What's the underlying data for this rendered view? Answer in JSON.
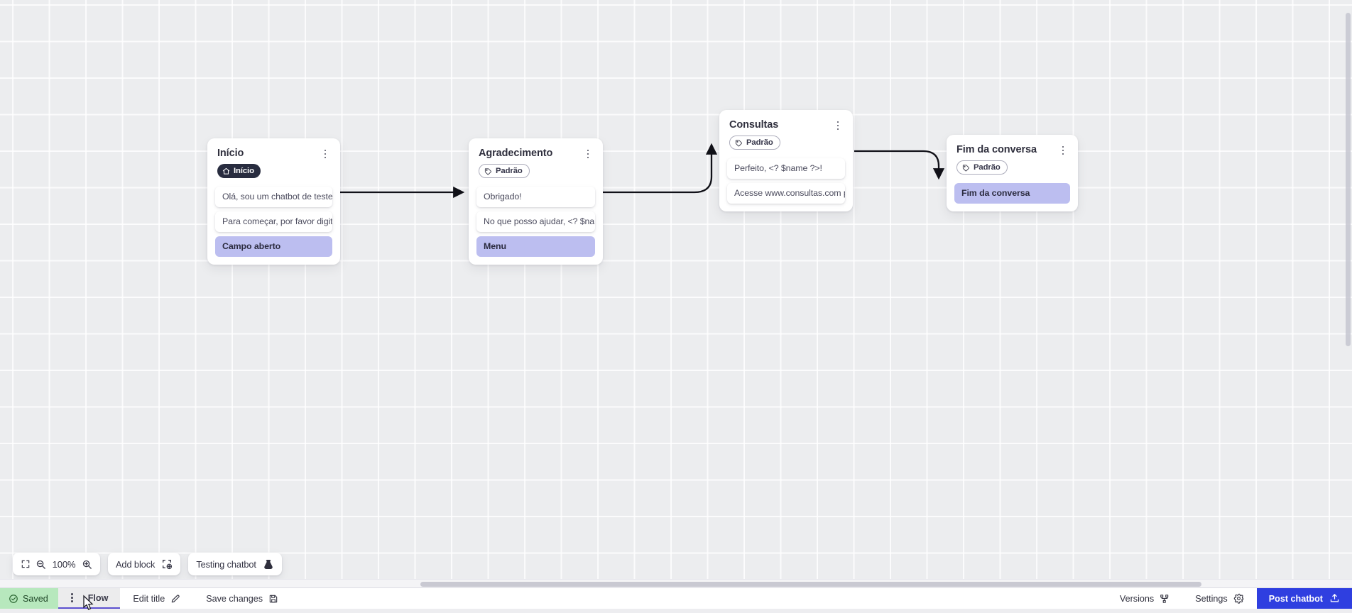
{
  "canvas": {
    "blocks": [
      {
        "id": "inicio",
        "title": "Início",
        "tag": {
          "label": "Início",
          "icon": "home-icon",
          "style": "dark"
        },
        "items": [
          {
            "text": "Olá, sou um chatbot de teste!",
            "accent": false
          },
          {
            "text": "Para começar, por favor digite o ...",
            "accent": false
          },
          {
            "text": "Campo aberto",
            "accent": true
          }
        ]
      },
      {
        "id": "agradecimento",
        "title": "Agradecimento",
        "tag": {
          "label": "Padrão",
          "icon": "tag-icon",
          "style": "outline"
        },
        "items": [
          {
            "text": "Obrigado!",
            "accent": false
          },
          {
            "text": "No que posso ajudar, <? $name ...",
            "accent": false
          },
          {
            "text": "Menu",
            "accent": true
          }
        ]
      },
      {
        "id": "consultas",
        "title": "Consultas",
        "tag": {
          "label": "Padrão",
          "icon": "tag-icon",
          "style": "outline"
        },
        "items": [
          {
            "text": "Perfeito, <? $name ?>!",
            "accent": false
          },
          {
            "text": "Acesse www.consultas.com par...",
            "accent": false
          }
        ]
      },
      {
        "id": "fim",
        "title": "Fim da conversa",
        "tag": {
          "label": "Padrão",
          "icon": "tag-icon",
          "style": "outline"
        },
        "items": [
          {
            "text": "Fim da conversa",
            "accent": true
          }
        ]
      }
    ]
  },
  "toolbar": {
    "fit_icon": "fit-screen-icon",
    "zoom_out_icon": "zoom-out-icon",
    "zoom_level": "100%",
    "zoom_in_icon": "zoom-in-icon",
    "add_block_label": "Add block",
    "add_block_icon": "add-block-icon",
    "testing_label": "Testing chatbot",
    "testing_icon": "flask-icon"
  },
  "statusbar": {
    "saved_label": "Saved",
    "saved_icon": "check-circle-icon",
    "tab_label": "Flow",
    "tab_kebab_icon": "kebab-icon",
    "edit_title_label": "Edit title",
    "edit_title_icon": "pencil-icon",
    "save_changes_label": "Save changes",
    "save_changes_icon": "floppy-icon",
    "versions_label": "Versions",
    "versions_icon": "branch-icon",
    "settings_label": "Settings",
    "settings_icon": "gear-icon",
    "post_label": "Post chatbot",
    "post_icon": "upload-icon"
  },
  "colors": {
    "accent_blue": "#2f3fe0",
    "saved_green": "#b7e8bd",
    "tag_dark": "#282c3f",
    "item_accent": "#bcbef0",
    "canvas_bg": "#ecedef"
  }
}
